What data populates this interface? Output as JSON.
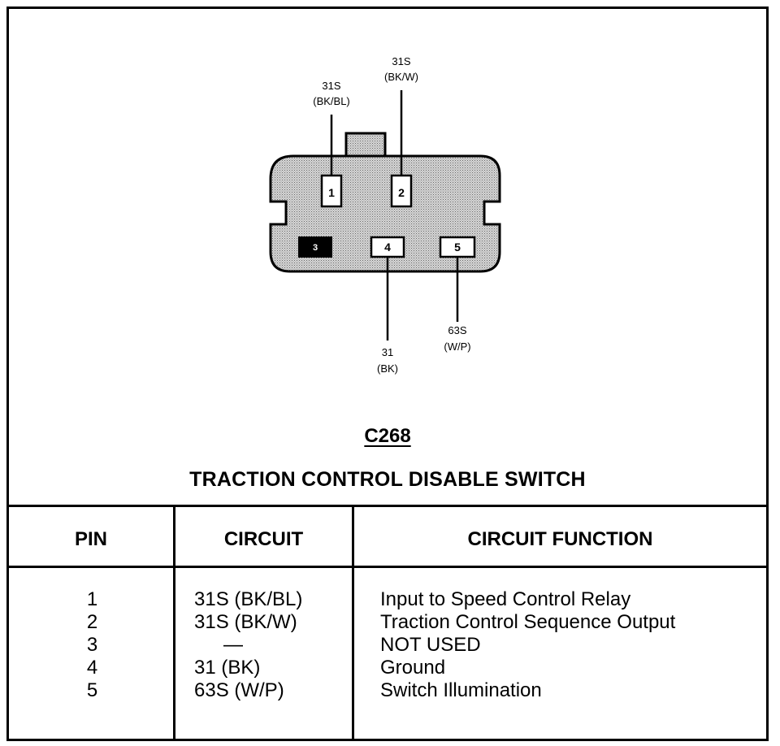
{
  "connector": {
    "id": "C268",
    "name": "TRACTION CONTROL DISABLE SWITCH",
    "pins": [
      {
        "number": "1",
        "wire_code": "31S",
        "wire_color": "(BK/BL)"
      },
      {
        "number": "2",
        "wire_code": "31S",
        "wire_color": "(BK/W)"
      },
      {
        "number": "3",
        "wire_code": "",
        "wire_color": ""
      },
      {
        "number": "4",
        "wire_code": "31",
        "wire_color": "(BK)"
      },
      {
        "number": "5",
        "wire_code": "63S",
        "wire_color": "(W/P)"
      }
    ]
  },
  "table": {
    "headers": {
      "pin": "PIN",
      "circuit": "CIRCUIT",
      "function": "CIRCUIT FUNCTION"
    },
    "rows": [
      {
        "pin": "1",
        "circuit": "31S (BK/BL)",
        "function": "Input to Speed Control Relay"
      },
      {
        "pin": "2",
        "circuit": "31S (BK/W)",
        "function": "Traction Control Sequence Output"
      },
      {
        "pin": "3",
        "circuit": "—",
        "function": "NOT USED"
      },
      {
        "pin": "4",
        "circuit": "31 (BK)",
        "function": "Ground"
      },
      {
        "pin": "5",
        "circuit": "63S (W/P)",
        "function": "Switch Illumination"
      }
    ]
  },
  "colors": {
    "line": "#000000",
    "shell_fill": "#b8b8b8",
    "background": "#ffffff"
  }
}
